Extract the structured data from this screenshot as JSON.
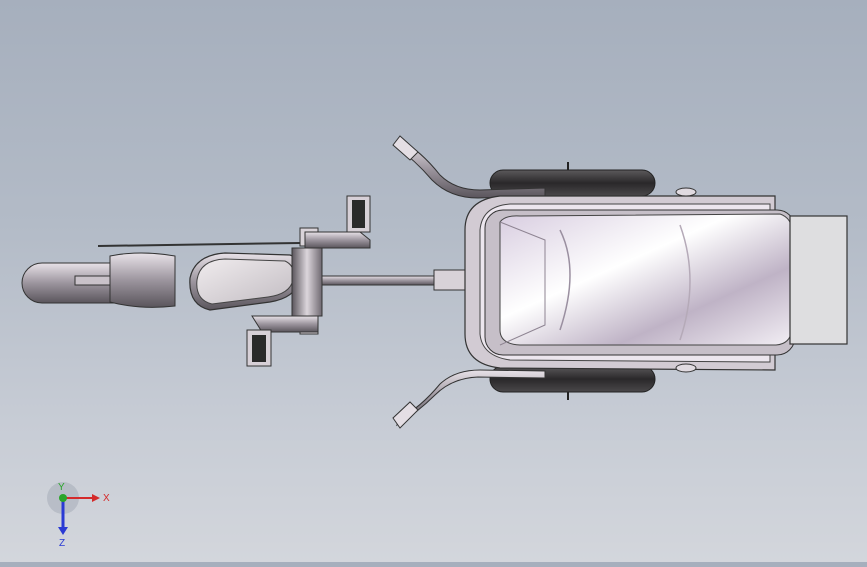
{
  "viewport": {
    "model": "stroller-assembly",
    "background_top": "#a6afbd",
    "background_bottom": "#d3d6dc"
  },
  "triad": {
    "x_label": "X",
    "y_label": "Y",
    "z_label": "Z",
    "x_color": "#d42a2a",
    "y_color": "#2aa52a",
    "z_color": "#2a3ad4"
  }
}
